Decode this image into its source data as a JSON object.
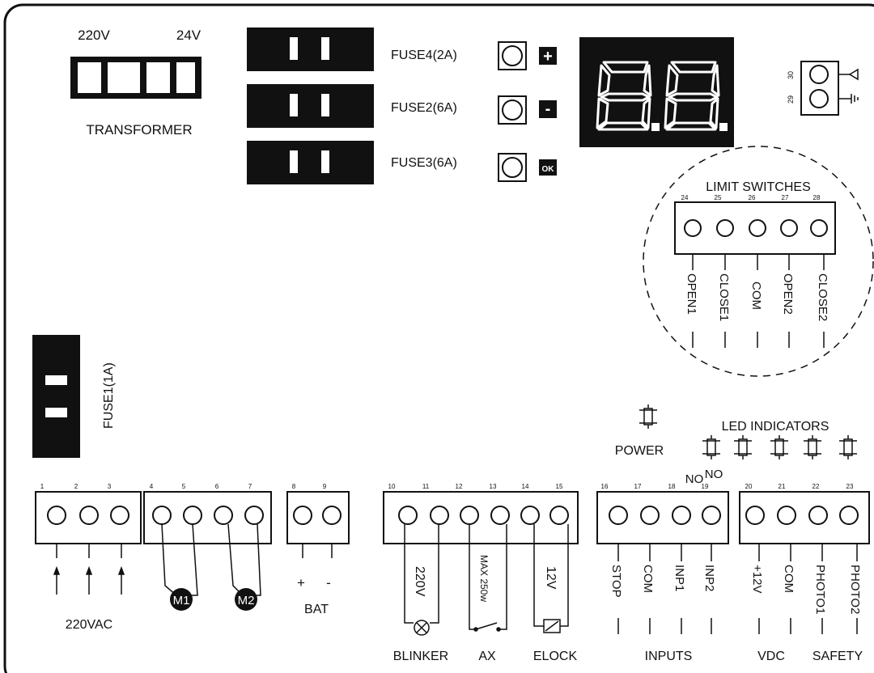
{
  "transformer": {
    "left_label": "220V",
    "right_label": "24V",
    "title": "TRANSFORMER"
  },
  "fuses": [
    {
      "label": "FUSE4(2A)"
    },
    {
      "label": "FUSE2(6A)"
    },
    {
      "label": "FUSE3(6A)"
    }
  ],
  "fuse1": {
    "label": "FUSE1(1A)"
  },
  "buttons": [
    {
      "symbol": "+"
    },
    {
      "symbol": "-"
    },
    {
      "symbol": "OK"
    }
  ],
  "display": {
    "digits": "8.8."
  },
  "ground_terminal": {
    "pins": [
      "30",
      "29"
    ]
  },
  "limit_switches": {
    "title": "LIMIT SWITCHES",
    "pins": [
      "24",
      "25",
      "26",
      "27",
      "28"
    ],
    "labels": [
      "OPEN1",
      "CLOSE1",
      "COM",
      "OPEN2",
      "CLOSE2"
    ]
  },
  "leds": {
    "power_label": "POWER",
    "indicators_title": "LED INDICATORS",
    "no_label_1": "NO",
    "no_label_2": "NO"
  },
  "terminal_pins": [
    "1",
    "2",
    "3",
    "4",
    "5",
    "6",
    "7",
    "8",
    "9",
    "10",
    "11",
    "12",
    "13",
    "14",
    "15",
    "16",
    "17",
    "18",
    "19",
    "20",
    "21",
    "22",
    "23"
  ],
  "motors": {
    "m1": "M1",
    "m2": "M2"
  },
  "battery": {
    "plus": "+",
    "minus": "-",
    "label": "BAT"
  },
  "ac_input": {
    "label": "220VAC"
  },
  "outputs": {
    "blinker_voltage": "220V",
    "ax_rating": "MAX 250w",
    "elock_voltage": "12V",
    "blinker": "BLINKER",
    "ax": "AX",
    "elock": "ELOCK"
  },
  "inputs": {
    "labels": [
      "STOP",
      "COM",
      "INP1",
      "INP2"
    ],
    "group": "INPUTS"
  },
  "safety": {
    "labels": [
      "+12V",
      "COM",
      "PHOTO1",
      "PHOTO2"
    ],
    "vdc": "VDC",
    "group": "SAFETY"
  }
}
